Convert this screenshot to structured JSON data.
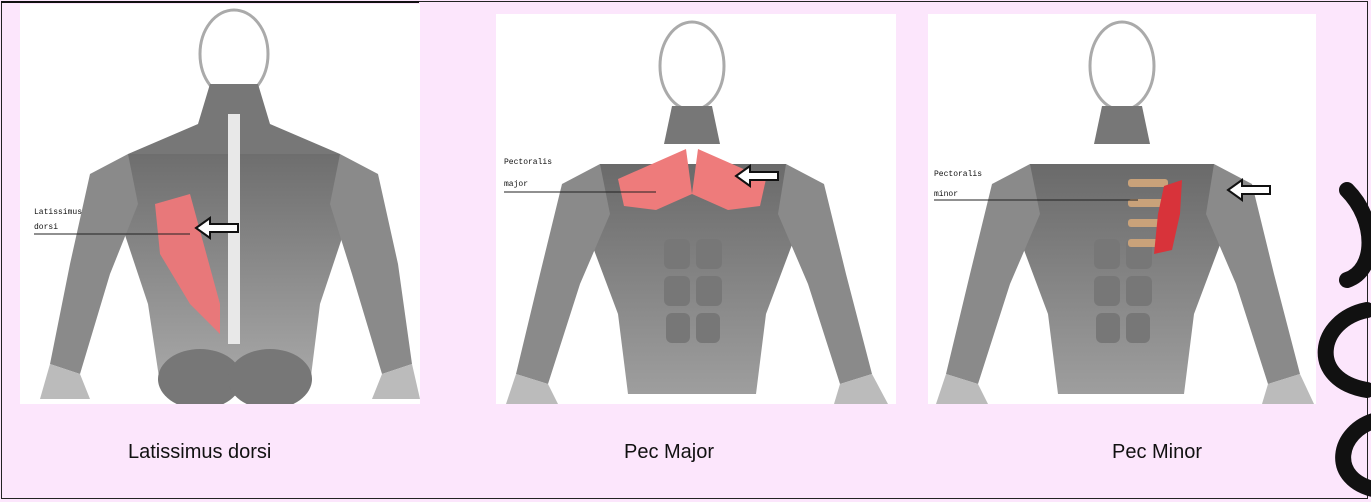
{
  "panels": [
    {
      "caption": "Latissimus dorsi",
      "label_line1": "Latissimus",
      "label_line2": "dorsi",
      "highlight_color": "#e8787a"
    },
    {
      "caption": "Pec Major",
      "label_line1": "Pectoralis",
      "label_line2": "major",
      "highlight_color": "#ee7b7b"
    },
    {
      "caption": "Pec Minor",
      "label_line1": "Pectoralis",
      "label_line2": "minor",
      "highlight_color": "#d8333a"
    }
  ],
  "colors": {
    "page_background": "#fce6fc",
    "muscle_gray": "#8f8f8f",
    "watermark": "#111111"
  }
}
